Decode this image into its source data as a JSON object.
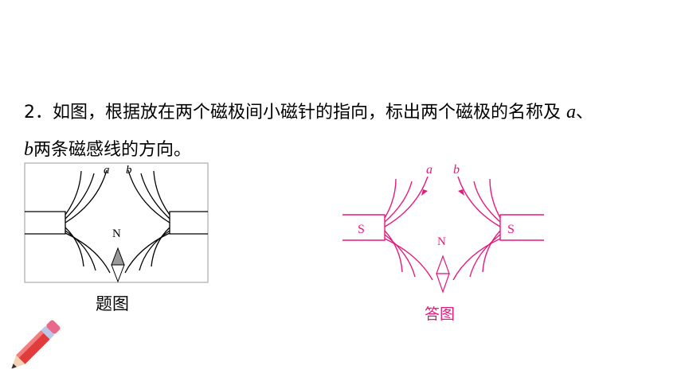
{
  "question": {
    "number": "2．",
    "text_part1": "如图，根据放在两个磁极间小磁针的指向，标出两个磁极的名称及 ",
    "var_a": "a",
    "text_part2": "、",
    "var_b": "b",
    "text_part3": "两条磁感线的方向。"
  },
  "question_figure": {
    "label_a": "a",
    "label_b": "b",
    "needle_label": "N",
    "caption": "题图"
  },
  "answer_figure": {
    "label_a": "a",
    "label_b": "b",
    "left_pole": "S",
    "right_pole": "S",
    "needle_label": "N",
    "caption": "答图",
    "line_color": "#e8197d"
  },
  "colors": {
    "text": "#000000",
    "answer": "#e8197d",
    "pencil_body": "#e23b3b",
    "pencil_band": "#b9c8e8"
  },
  "icons": [
    "pencil-icon"
  ]
}
